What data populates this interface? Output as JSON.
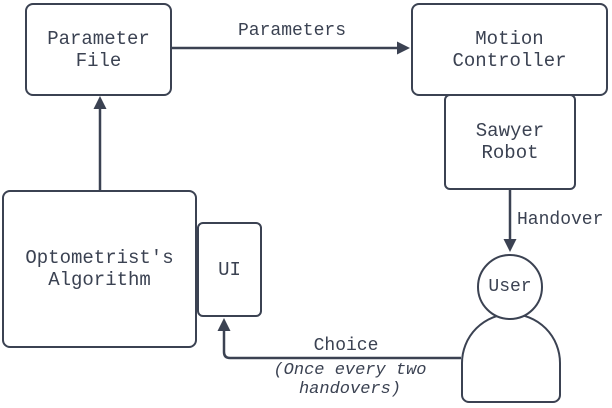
{
  "diagram": {
    "title": "optometrist-algorithm-handover-flow",
    "stroke_color": "#3b4252",
    "fill_color": "#ffffff",
    "nodes": {
      "parameter_file": {
        "line1": "Parameter",
        "line2": "File"
      },
      "motion_controller": {
        "line1": "Motion",
        "line2": "Controller"
      },
      "sawyer_robot": {
        "line1": "Sawyer",
        "line2": "Robot"
      },
      "optometrists_algorithm": {
        "line1": "Optometrist's",
        "line2": "Algorithm"
      },
      "ui": {
        "label": "UI"
      },
      "user": {
        "label": "User"
      }
    },
    "edges": {
      "parameters": {
        "label": "Parameters",
        "from": "Parameter File",
        "to": "Motion Controller"
      },
      "file_update": {
        "label": "",
        "from": "Optometrist's Algorithm",
        "to": "Parameter File"
      },
      "handover": {
        "label": "Handover",
        "from": "Sawyer Robot",
        "to": "User"
      },
      "choice": {
        "label": "Choice",
        "note_line1": "(Once every two",
        "note_line2": "handovers)",
        "from": "User",
        "to": "UI"
      }
    }
  }
}
